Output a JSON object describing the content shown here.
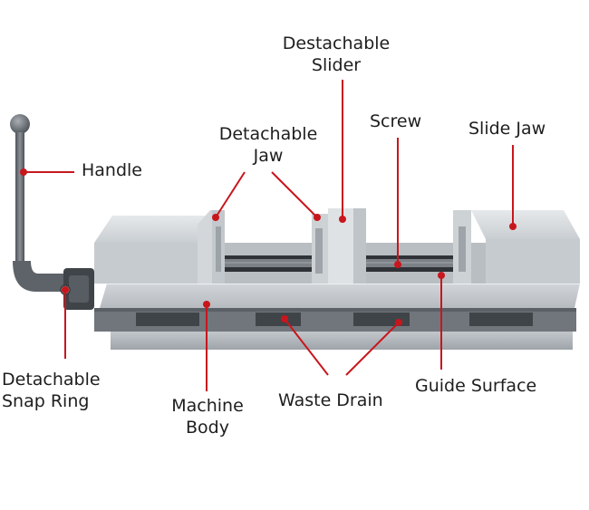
{
  "colors": {
    "leader": "#c8161d",
    "text": "#1e1e1e",
    "steel_light": "#d9dde0",
    "steel_mid": "#a7adb2",
    "steel_dark": "#5d6368",
    "background": "#ffffff"
  },
  "labels": {
    "destachable_slider": {
      "line1": "Destachable",
      "line2": "Slider"
    },
    "detachable_jaw": {
      "line1": "Detachable",
      "line2": "Jaw"
    },
    "screw": "Screw",
    "slide_jaw": "Slide Jaw",
    "handle": "Handle",
    "detachable_snap_ring": {
      "line1": "Detachable",
      "line2": "Snap Ring"
    },
    "machine_body": {
      "line1": "Machine",
      "line2": "Body"
    },
    "waste_drain": "Waste Drain",
    "guide_surface": "Guide Surface"
  }
}
